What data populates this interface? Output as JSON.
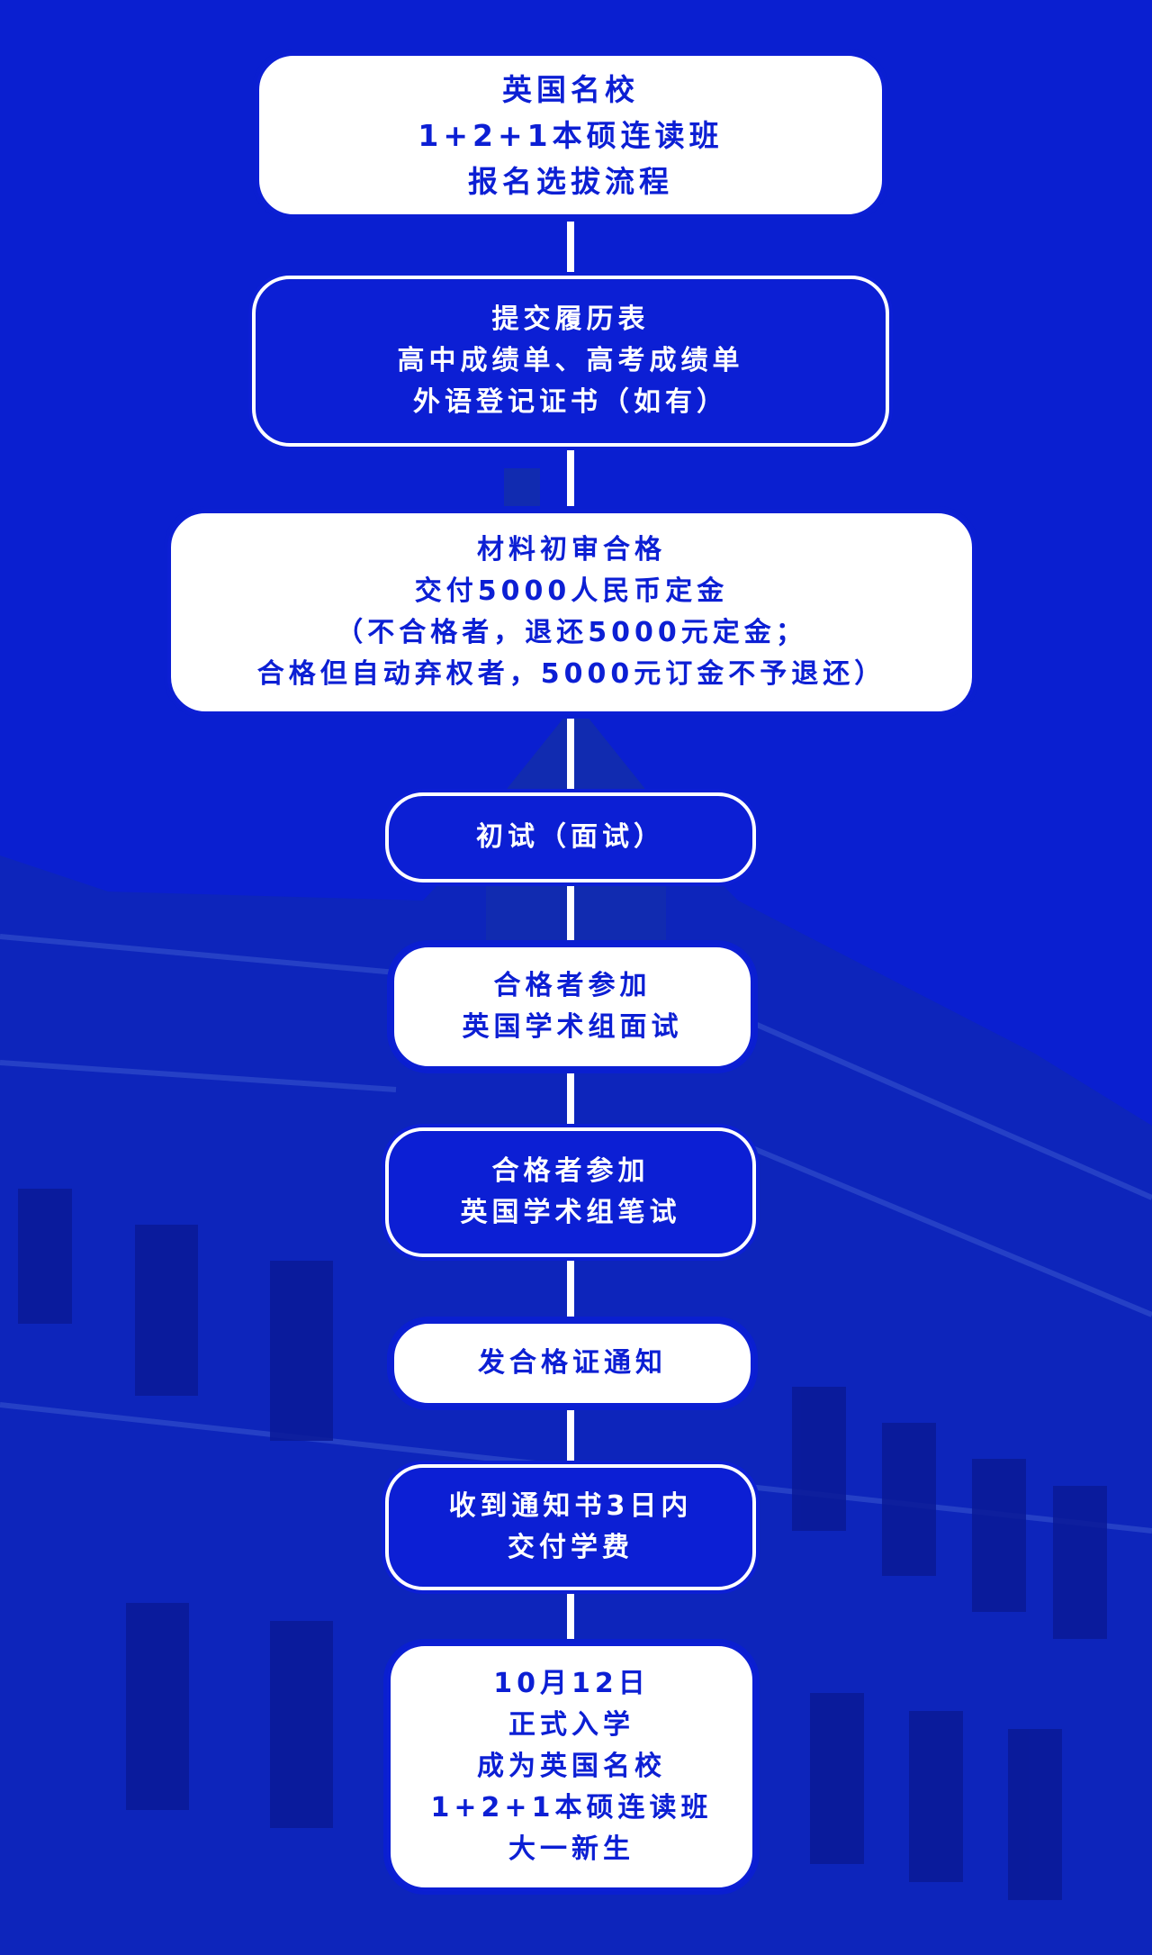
{
  "colors": {
    "background": "#0a1fd0",
    "box_blue": "#0c1fd4",
    "box_white": "#ffffff"
  },
  "steps": [
    {
      "lines": [
        "英国名校",
        "1+2+1本硕连读班",
        "报名选拔流程"
      ]
    },
    {
      "lines": [
        "提交履历表",
        "高中成绩单、高考成绩单",
        "外语登记证书（如有）"
      ]
    },
    {
      "lines": [
        "材料初审合格",
        "交付5000人民币定金",
        "（不合格者，退还5000元定金；",
        "合格但自动弃权者，5000元订金不予退还）"
      ]
    },
    {
      "lines": [
        "初试（面试）"
      ]
    },
    {
      "lines": [
        "合格者参加",
        "英国学术组面试"
      ]
    },
    {
      "lines": [
        "合格者参加",
        "英国学术组笔试"
      ]
    },
    {
      "lines": [
        "发合格证通知"
      ]
    },
    {
      "lines": [
        "收到通知书3日内",
        "交付学费"
      ]
    },
    {
      "lines": [
        "10月12日",
        "正式入学",
        "成为英国名校",
        "1+2+1本硕连读班",
        "大一新生"
      ]
    }
  ]
}
